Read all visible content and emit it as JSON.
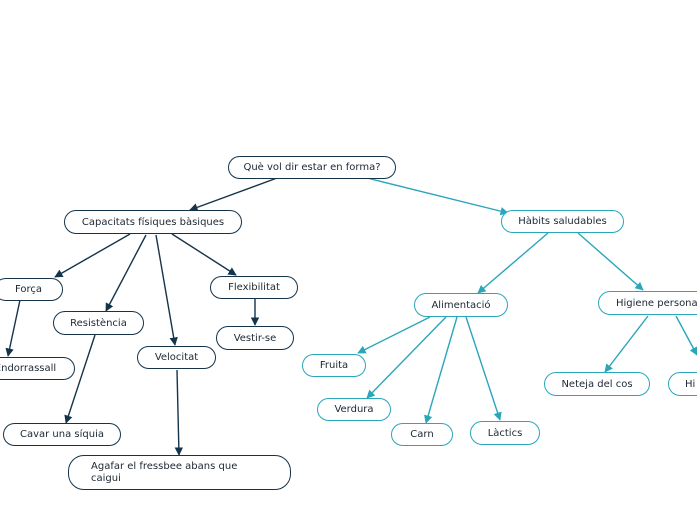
{
  "nodes": {
    "root": "Què vol dir estar en forma?",
    "capacitats": "Capacitats físiques bàsiques",
    "habits": "Hàbits saludables",
    "forca": "Força",
    "resistencia": "Resistència",
    "velocitat": "Velocitat",
    "flexibilitat": "Flexibilitat",
    "endorrassall": "Endorrassall",
    "vestir": "Vestir-se",
    "cavar": "Cavar una síquia",
    "agafar": "Agafar el fressbee abans que caigui",
    "alimentacio": "Alimentació",
    "higiene": "Higiene personal",
    "fruita": "Fruita",
    "verdura": "Verdura",
    "carn": "Carn",
    "lactics": "Làctics",
    "neteja": "Neteja del cos",
    "hi": "Hi"
  },
  "colors": {
    "dark_branch": "#15344a",
    "teal_branch": "#2aa6bb"
  }
}
